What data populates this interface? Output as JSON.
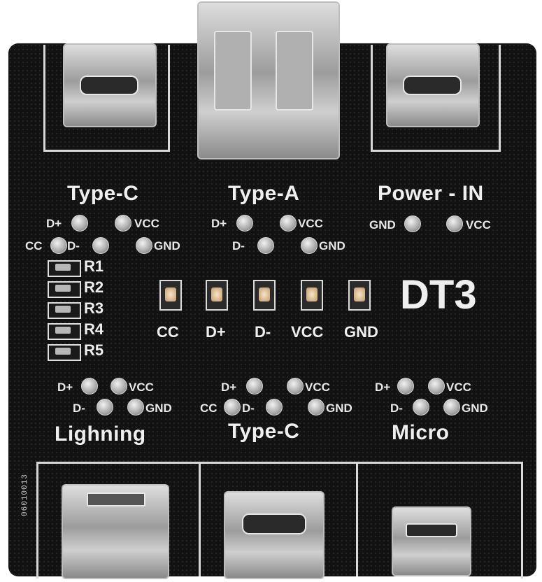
{
  "board": {
    "model": "DT3",
    "serial": "06010013",
    "top_labels": {
      "type_c": "Type-C",
      "type_a": "Type-A",
      "power_in": "Power - IN"
    },
    "bottom_labels": {
      "lightning": "Lighning",
      "type_c": "Type-C",
      "micro": "Micro"
    },
    "resistors": [
      "R1",
      "R2",
      "R3",
      "R4",
      "R5"
    ],
    "leds": [
      "CC",
      "D+",
      "D-",
      "VCC",
      "GND"
    ],
    "pins": {
      "dplus": "D+",
      "dminus": "D-",
      "vcc": "VCC",
      "gnd": "GND",
      "cc": "CC"
    }
  },
  "colors": {
    "pcb": "#121212",
    "silkscreen": "#efefef",
    "metal": "#bdbdbd"
  }
}
